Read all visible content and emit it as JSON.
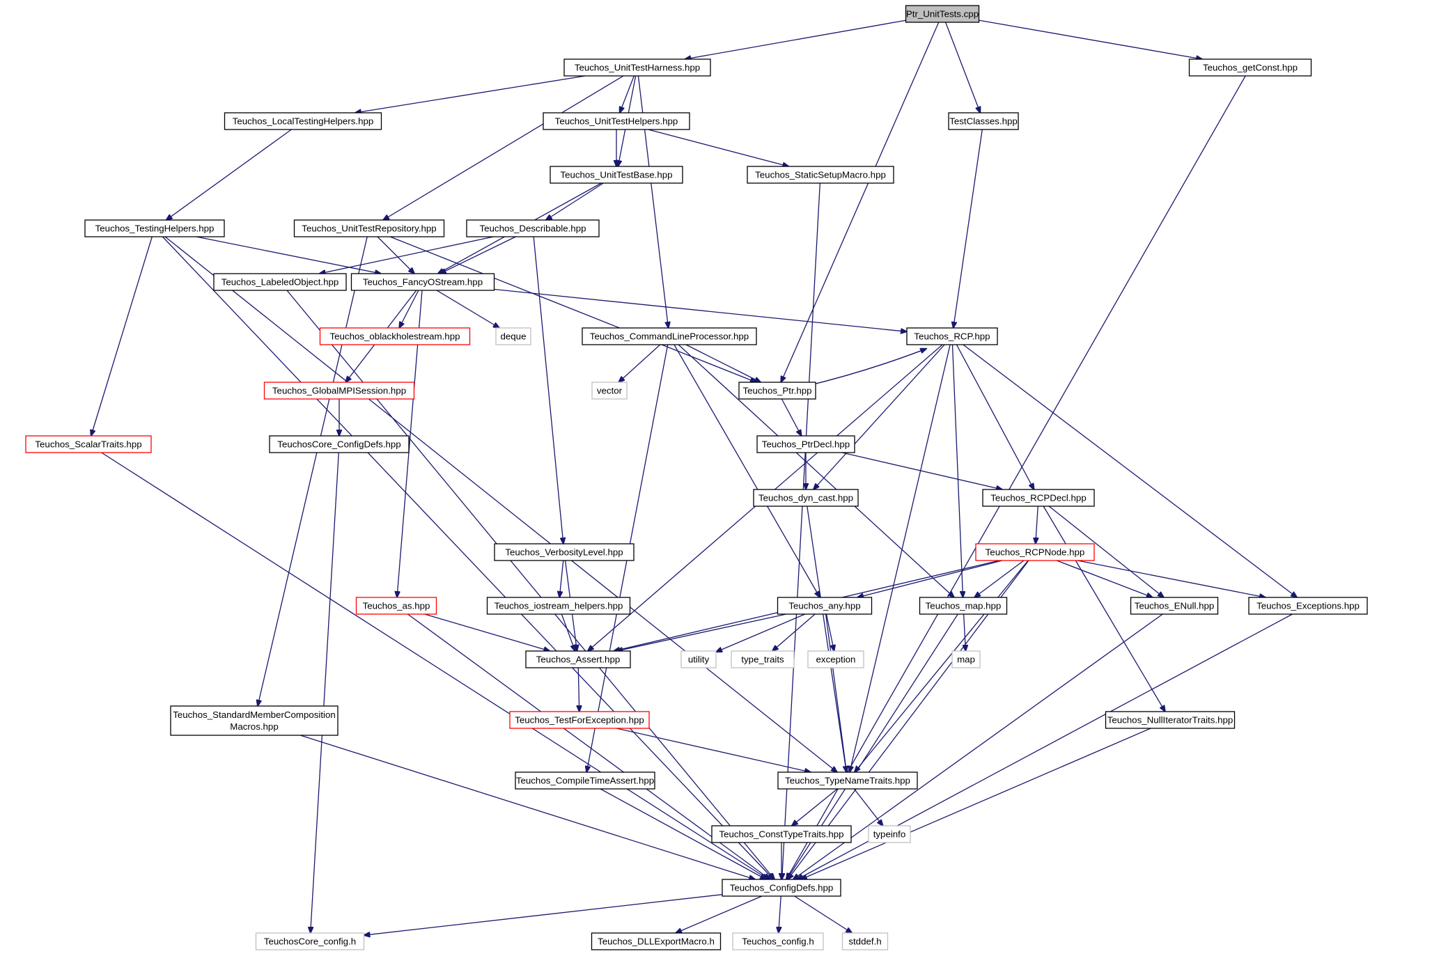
{
  "colors": {
    "edge": "#191970",
    "root_fill": "#bfbfbf",
    "truncated_border": "#ff0000",
    "missing_border": "#bfbfbf",
    "node_border": "#000000"
  },
  "nodes": [
    {
      "id": "ptr_unit",
      "label": "Ptr_UnitTests.cpp",
      "kind": "root"
    },
    {
      "id": "unittestharness",
      "label": "Teuchos_UnitTestHarness.hpp",
      "kind": "normal"
    },
    {
      "id": "getconst",
      "label": "Teuchos_getConst.hpp",
      "kind": "normal"
    },
    {
      "id": "localtesting",
      "label": "Teuchos_LocalTestingHelpers.hpp",
      "kind": "normal"
    },
    {
      "id": "unittesthelpers",
      "label": "Teuchos_UnitTestHelpers.hpp",
      "kind": "normal"
    },
    {
      "id": "testclasses",
      "label": "TestClasses.hpp",
      "kind": "normal"
    },
    {
      "id": "unittestbase",
      "label": "Teuchos_UnitTestBase.hpp",
      "kind": "normal"
    },
    {
      "id": "staticsetup",
      "label": "Teuchos_StaticSetupMacro.hpp",
      "kind": "normal"
    },
    {
      "id": "testinghelpers",
      "label": "Teuchos_TestingHelpers.hpp",
      "kind": "normal"
    },
    {
      "id": "unittestrepo",
      "label": "Teuchos_UnitTestRepository.hpp",
      "kind": "normal"
    },
    {
      "id": "describable",
      "label": "Teuchos_Describable.hpp",
      "kind": "normal"
    },
    {
      "id": "labeledobject",
      "label": "Teuchos_LabeledObject.hpp",
      "kind": "normal"
    },
    {
      "id": "fancyostream",
      "label": "Teuchos_FancyOStream.hpp",
      "kind": "normal"
    },
    {
      "id": "oblackhole",
      "label": "Teuchos_oblackholestream.hpp",
      "kind": "truncated"
    },
    {
      "id": "deque",
      "label": "deque",
      "kind": "missing"
    },
    {
      "id": "cmdline",
      "label": "Teuchos_CommandLineProcessor.hpp",
      "kind": "normal"
    },
    {
      "id": "rcp",
      "label": "Teuchos_RCP.hpp",
      "kind": "normal"
    },
    {
      "id": "globalmpi",
      "label": "Teuchos_GlobalMPISession.hpp",
      "kind": "truncated"
    },
    {
      "id": "vector",
      "label": "vector",
      "kind": "missing"
    },
    {
      "id": "ptr",
      "label": "Teuchos_Ptr.hpp",
      "kind": "normal"
    },
    {
      "id": "scalartraits",
      "label": "Teuchos_ScalarTraits.hpp",
      "kind": "truncated"
    },
    {
      "id": "coreconfigdefs",
      "label": "TeuchosCore_ConfigDefs.hpp",
      "kind": "normal"
    },
    {
      "id": "ptrdecl",
      "label": "Teuchos_PtrDecl.hpp",
      "kind": "normal"
    },
    {
      "id": "dyncast",
      "label": "Teuchos_dyn_cast.hpp",
      "kind": "normal"
    },
    {
      "id": "rcpdecl",
      "label": "Teuchos_RCPDecl.hpp",
      "kind": "normal"
    },
    {
      "id": "verbosity",
      "label": "Teuchos_VerbosityLevel.hpp",
      "kind": "normal"
    },
    {
      "id": "rcpnode",
      "label": "Teuchos_RCPNode.hpp",
      "kind": "truncated"
    },
    {
      "id": "as",
      "label": "Teuchos_as.hpp",
      "kind": "truncated"
    },
    {
      "id": "iostreamhelpers",
      "label": "Teuchos_iostream_helpers.hpp",
      "kind": "normal"
    },
    {
      "id": "any",
      "label": "Teuchos_any.hpp",
      "kind": "normal"
    },
    {
      "id": "map_h",
      "label": "Teuchos_map.hpp",
      "kind": "normal"
    },
    {
      "id": "enull",
      "label": "Teuchos_ENull.hpp",
      "kind": "normal"
    },
    {
      "id": "exceptions",
      "label": "Teuchos_Exceptions.hpp",
      "kind": "normal"
    },
    {
      "id": "assert",
      "label": "Teuchos_Assert.hpp",
      "kind": "normal"
    },
    {
      "id": "utility",
      "label": "utility",
      "kind": "missing"
    },
    {
      "id": "typetraits",
      "label": "type_traits",
      "kind": "missing"
    },
    {
      "id": "exception",
      "label": "exception",
      "kind": "missing"
    },
    {
      "id": "map_std",
      "label": "map",
      "kind": "missing"
    },
    {
      "id": "stdmember",
      "label": "Teuchos_StandardMemberComposition",
      "label2": "Macros.hpp",
      "kind": "normal"
    },
    {
      "id": "testforexc",
      "label": "Teuchos_TestForException.hpp",
      "kind": "truncated"
    },
    {
      "id": "nulliter",
      "label": "Teuchos_NullIteratorTraits.hpp",
      "kind": "normal"
    },
    {
      "id": "compiletime",
      "label": "Teuchos_CompileTimeAssert.hpp",
      "kind": "normal"
    },
    {
      "id": "typename",
      "label": "Teuchos_TypeNameTraits.hpp",
      "kind": "normal"
    },
    {
      "id": "consttype",
      "label": "Teuchos_ConstTypeTraits.hpp",
      "kind": "normal"
    },
    {
      "id": "typeinfo",
      "label": "typeinfo",
      "kind": "missing"
    },
    {
      "id": "configdefs",
      "label": "Teuchos_ConfigDefs.hpp",
      "kind": "normal"
    },
    {
      "id": "coreconfig_h",
      "label": "TeuchosCore_config.h",
      "kind": "missing"
    },
    {
      "id": "dllexport",
      "label": "Teuchos_DLLExportMacro.h",
      "kind": "normal"
    },
    {
      "id": "config_h",
      "label": "Teuchos_config.h",
      "kind": "missing"
    },
    {
      "id": "stddef",
      "label": "stddef.h",
      "kind": "missing"
    }
  ],
  "edges": [
    [
      "ptr_unit",
      "unittestharness"
    ],
    [
      "ptr_unit",
      "getconst"
    ],
    [
      "ptr_unit",
      "testclasses"
    ],
    [
      "ptr_unit",
      "ptr"
    ],
    [
      "unittestharness",
      "localtesting"
    ],
    [
      "unittestharness",
      "unittesthelpers"
    ],
    [
      "unittestharness",
      "unittestbase"
    ],
    [
      "unittestharness",
      "unittestrepo"
    ],
    [
      "unittestharness",
      "cmdline"
    ],
    [
      "localtesting",
      "testinghelpers"
    ],
    [
      "unittesthelpers",
      "unittestbase"
    ],
    [
      "unittesthelpers",
      "staticsetup"
    ],
    [
      "testclasses",
      "rcp"
    ],
    [
      "unittestbase",
      "describable"
    ],
    [
      "unittestbase",
      "fancyostream"
    ],
    [
      "staticsetup",
      "configdefs"
    ],
    [
      "getconst",
      "configdefs"
    ],
    [
      "testinghelpers",
      "fancyostream"
    ],
    [
      "testinghelpers",
      "scalartraits"
    ],
    [
      "testinghelpers",
      "typename"
    ],
    [
      "testinghelpers",
      "configdefs"
    ],
    [
      "unittestrepo",
      "fancyostream"
    ],
    [
      "unittestrepo",
      "ptr"
    ],
    [
      "unittestrepo",
      "stdmember"
    ],
    [
      "describable",
      "labeledobject"
    ],
    [
      "describable",
      "fancyostream"
    ],
    [
      "describable",
      "verbosity"
    ],
    [
      "labeledobject",
      "configdefs"
    ],
    [
      "fancyostream",
      "oblackhole"
    ],
    [
      "fancyostream",
      "deque"
    ],
    [
      "fancyostream",
      "globalmpi"
    ],
    [
      "fancyostream",
      "as"
    ],
    [
      "fancyostream",
      "rcp"
    ],
    [
      "globalmpi",
      "coreconfigdefs"
    ],
    [
      "coreconfigdefs",
      "coreconfig_h"
    ],
    [
      "cmdline",
      "vector"
    ],
    [
      "cmdline",
      "ptr"
    ],
    [
      "cmdline",
      "any"
    ],
    [
      "cmdline",
      "map_h"
    ],
    [
      "cmdline",
      "compiletime"
    ],
    [
      "rcp",
      "ptr"
    ],
    [
      "ptr",
      "rcp"
    ],
    [
      "rcp",
      "dyncast"
    ],
    [
      "rcp",
      "rcpdecl"
    ],
    [
      "rcp",
      "assert"
    ],
    [
      "rcp",
      "map_h"
    ],
    [
      "rcp",
      "typename"
    ],
    [
      "rcp",
      "exceptions"
    ],
    [
      "ptr",
      "ptrdecl"
    ],
    [
      "ptrdecl",
      "dyncast"
    ],
    [
      "ptrdecl",
      "rcpdecl"
    ],
    [
      "dyncast",
      "typename"
    ],
    [
      "rcpdecl",
      "rcpnode"
    ],
    [
      "rcpdecl",
      "enull"
    ],
    [
      "rcpdecl",
      "nulliter"
    ],
    [
      "verbosity",
      "iostreamhelpers"
    ],
    [
      "verbosity",
      "assert"
    ],
    [
      "iostreamhelpers",
      "assert"
    ],
    [
      "as",
      "assert"
    ],
    [
      "as",
      "configdefs"
    ],
    [
      "rcpnode",
      "any"
    ],
    [
      "rcpnode",
      "assert"
    ],
    [
      "rcpnode",
      "map_h"
    ],
    [
      "rcpnode",
      "enull"
    ],
    [
      "rcpnode",
      "exceptions"
    ],
    [
      "rcpnode",
      "typename"
    ],
    [
      "rcpnode",
      "configdefs"
    ],
    [
      "any",
      "assert"
    ],
    [
      "any",
      "utility"
    ],
    [
      "any",
      "typetraits"
    ],
    [
      "any",
      "exception"
    ],
    [
      "any",
      "typename"
    ],
    [
      "map_h",
      "map_std"
    ],
    [
      "map_h",
      "configdefs"
    ],
    [
      "enull",
      "configdefs"
    ],
    [
      "exceptions",
      "configdefs"
    ],
    [
      "assert",
      "testforexc"
    ],
    [
      "testforexc",
      "typename"
    ],
    [
      "stdmember",
      "configdefs"
    ],
    [
      "nulliter",
      "configdefs"
    ],
    [
      "compiletime",
      "configdefs"
    ],
    [
      "scalartraits",
      "configdefs"
    ],
    [
      "typename",
      "consttype"
    ],
    [
      "typename",
      "typeinfo"
    ],
    [
      "consttype",
      "configdefs"
    ],
    [
      "configdefs",
      "coreconfig_h"
    ],
    [
      "configdefs",
      "dllexport"
    ],
    [
      "configdefs",
      "config_h"
    ],
    [
      "configdefs",
      "stddef"
    ]
  ]
}
